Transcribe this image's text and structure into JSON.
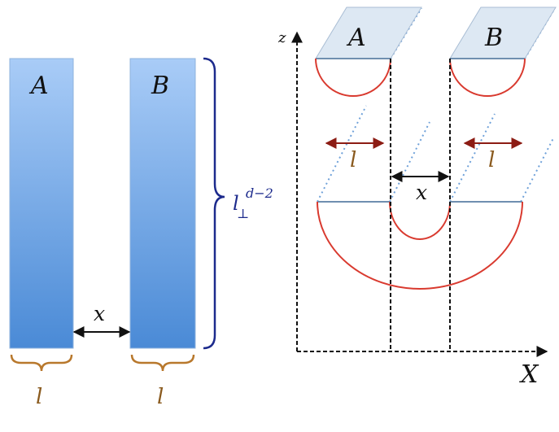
{
  "left_panel": {
    "strip_a_label": "A",
    "strip_b_label": "B",
    "gap_label": "x",
    "width_label_a": "l",
    "width_label_b": "l",
    "length_label": "l",
    "length_subscript": "⊥",
    "length_exponent": "d−2"
  },
  "right_panel": {
    "z_axis_label": "z",
    "x_axis_label": "X",
    "region_a_label": "A",
    "region_b_label": "B",
    "width_label_a": "l",
    "width_label_b": "l",
    "gap_label": "x"
  },
  "colors": {
    "strip_top": "#a9ccf7",
    "strip_bottom": "#4a8ad6",
    "brace_brown": "#b8782c",
    "brace_blue": "#1c2a8c",
    "surface_red": "#d93a2f",
    "arrow_red": "#8c1c14",
    "dotted_blue": "#6fa1d9",
    "slab_fill": "#dde8f3",
    "slab_edge": "#a9bdd4"
  }
}
